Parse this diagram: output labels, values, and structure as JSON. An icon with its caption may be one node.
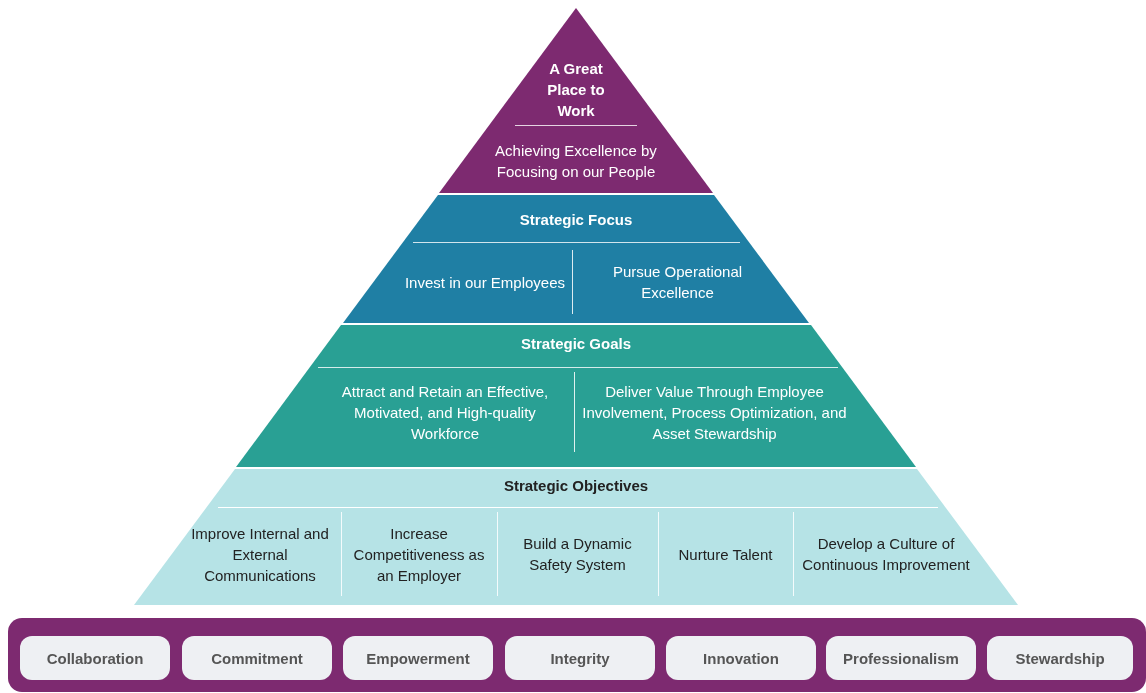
{
  "diagram": {
    "nodes": [
      {
        "text": [
          "A Great Place to Work",
          "Achieving Excellence by Focusing on our People"
        ]
      },
      {
        "text": [
          "Strategic Focus"
        ]
      },
      {
        "text": [
          "Invest in our Employees"
        ],
        "in": 1
      },
      {
        "text": [
          "Pursue Operational Excellence"
        ],
        "in": 1
      },
      {
        "text": [
          "Strategic Goals"
        ]
      },
      {
        "text": [
          "Attract and Retain an Effective, Motivated, and High-quality Workforce"
        ],
        "in": 4
      },
      {
        "text": [
          "Deliver Value Through Employee Involvement, Process Optimization, and Asset Stewardship"
        ],
        "in": 4
      },
      {
        "text": [
          "Strategic Objectives"
        ]
      },
      {
        "text": [
          "Improve Internal and External Communications"
        ],
        "in": 7
      },
      {
        "text": [
          "Increase Competitiveness as an Employer"
        ],
        "in": 7
      },
      {
        "text": [
          "Build a Dynamic Safety System"
        ],
        "in": 7
      },
      {
        "text": [
          "Nurture Talent"
        ],
        "in": 7
      },
      {
        "text": [
          "Develop a Culture of Continuous Improvement"
        ],
        "in": 7
      },
      {
        "text": [],
        "shape": "bar"
      },
      {
        "text": [
          "Collaboration"
        ],
        "in": 13
      },
      {
        "text": [
          "Commitment"
        ],
        "in": 13
      },
      {
        "text": [
          "Empowerment"
        ],
        "in": 13
      },
      {
        "text": [
          "Integrity"
        ],
        "in": 13
      },
      {
        "text": [
          "Innovation"
        ],
        "in": 13
      },
      {
        "text": [
          "Professionalism"
        ],
        "in": 13
      },
      {
        "text": [
          "Stewardship"
        ],
        "in": 13
      }
    ]
  }
}
